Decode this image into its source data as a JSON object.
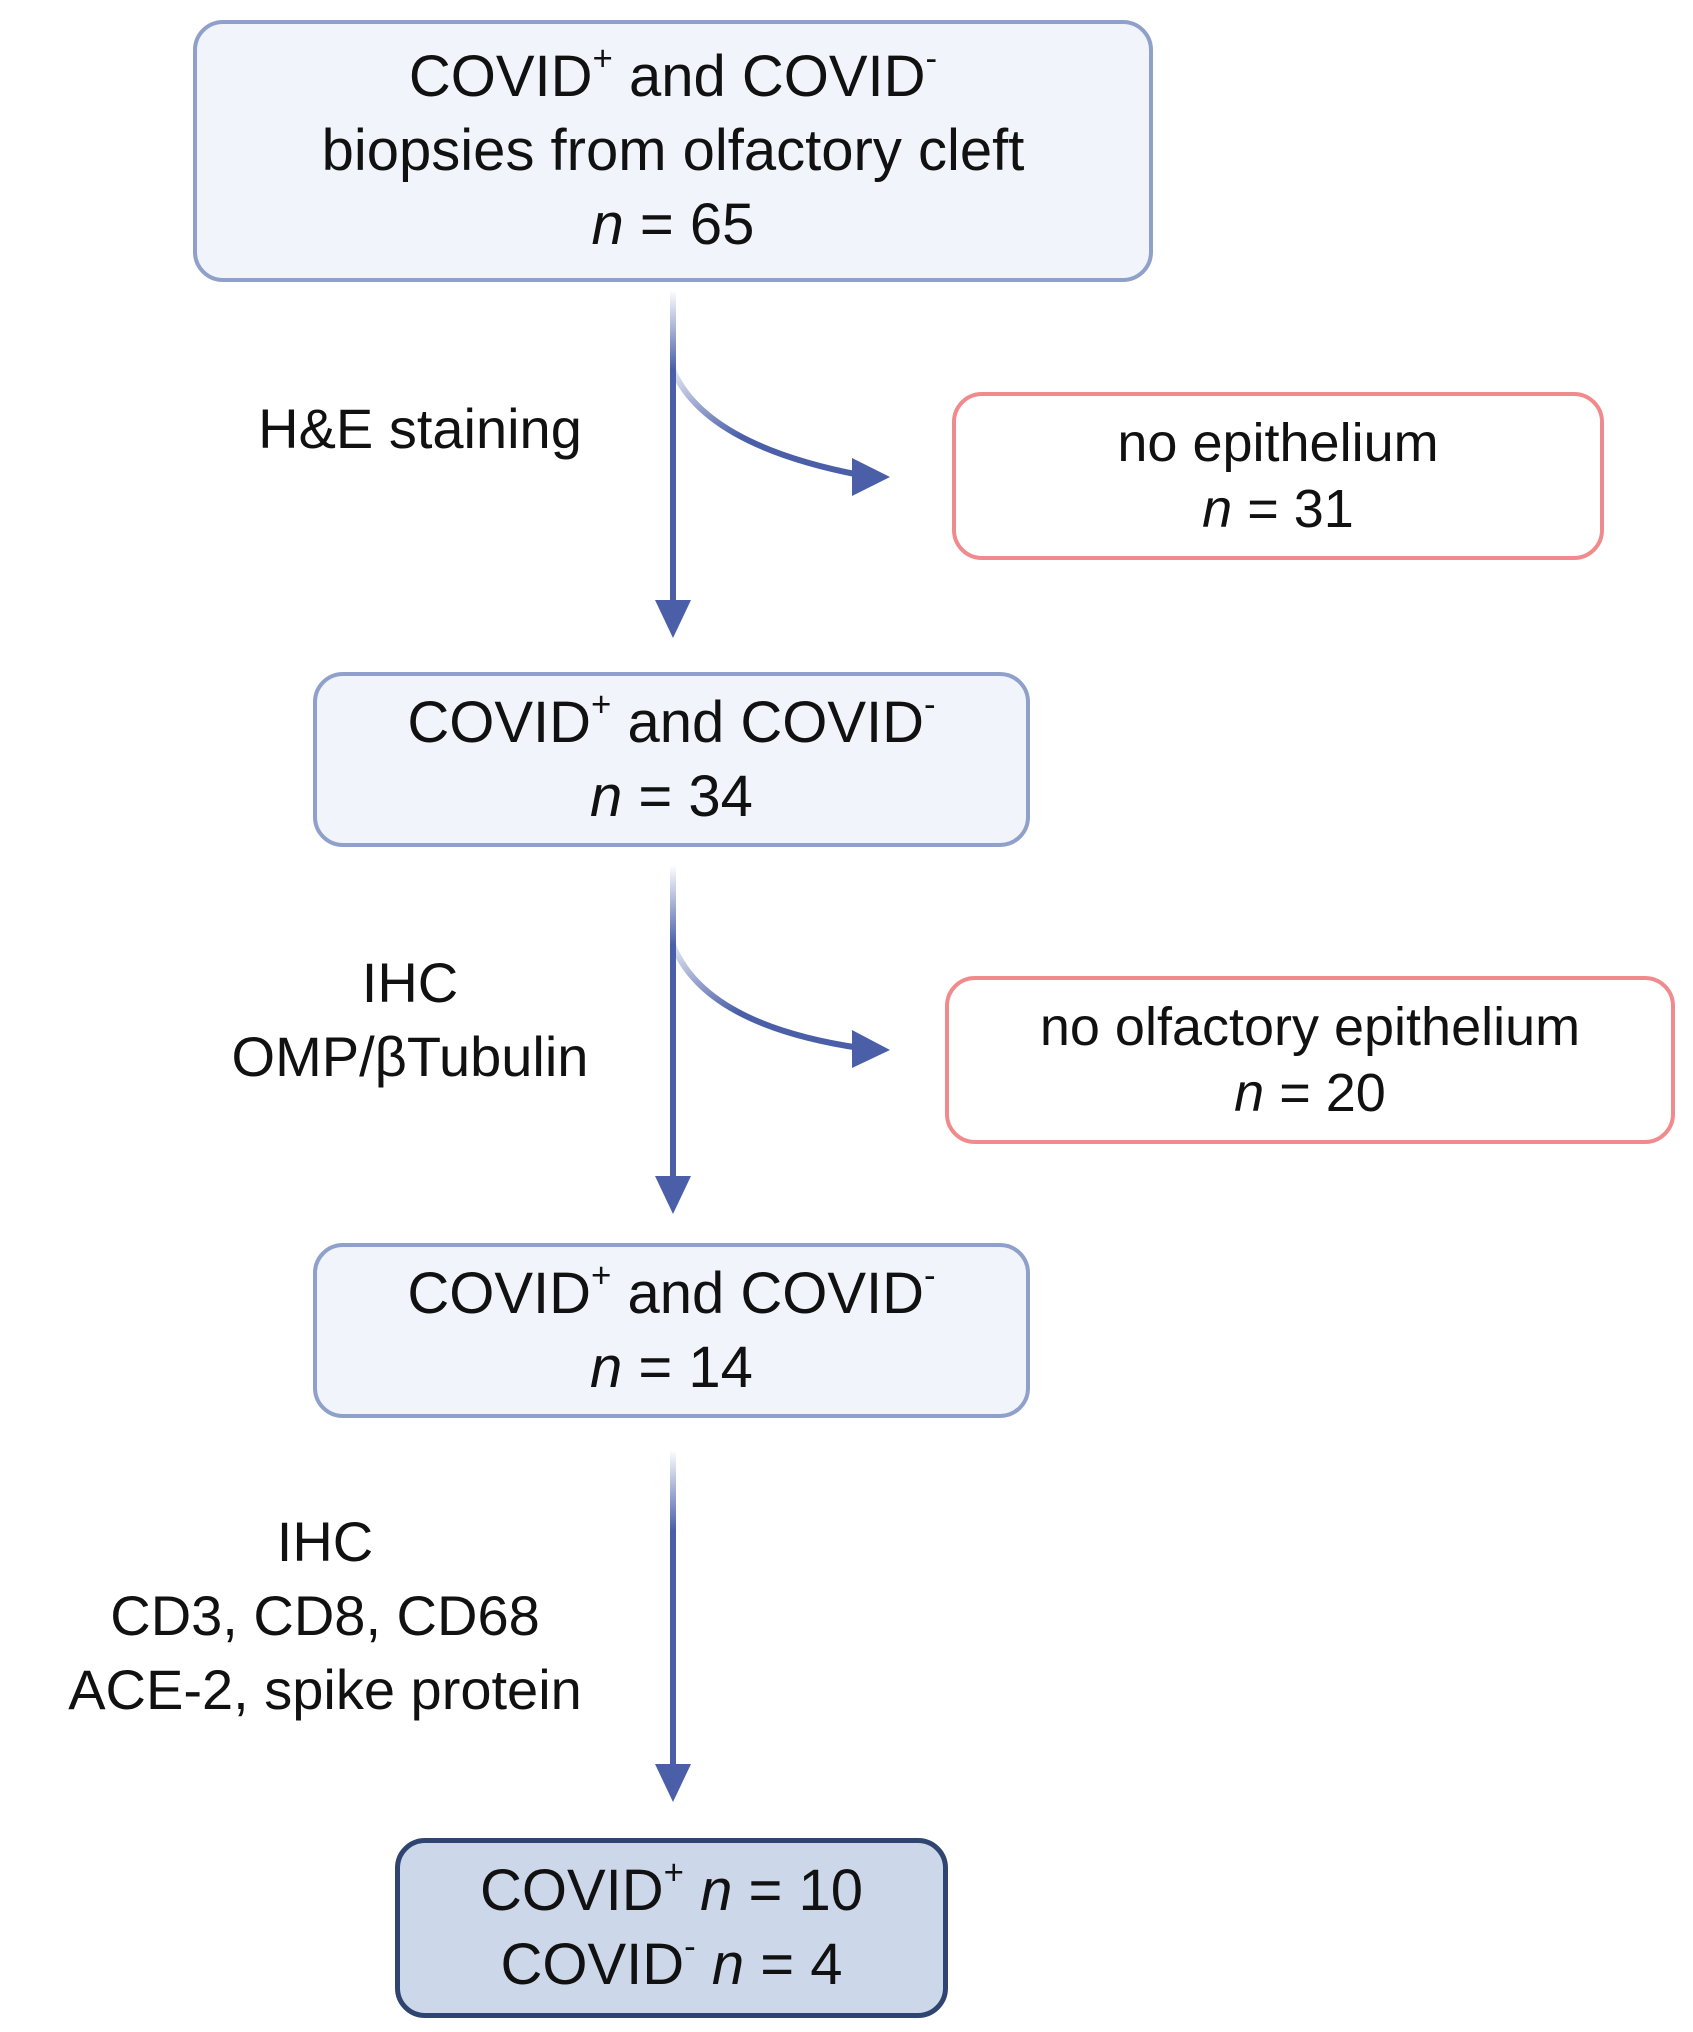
{
  "box1": {
    "covid_pos": "COVID",
    "plus": "+",
    "and": " and COVID",
    "minus": "-",
    "line2": "biopsies from olfactory cleft",
    "n": "n",
    "eq": " = 65"
  },
  "excl1": {
    "line1": "no epithelium",
    "n": "n",
    "eq": " = 31"
  },
  "step1": {
    "label": "H&E staining"
  },
  "box2": {
    "covid_pos": "COVID",
    "plus": "+",
    "and": " and COVID",
    "minus": "-",
    "n": "n",
    "eq": " = 34"
  },
  "step2": {
    "line1": "IHC",
    "line2": "OMP/βTubulin"
  },
  "excl2": {
    "line1": "no olfactory epithelium",
    "n": "n",
    "eq": " = 20"
  },
  "box3": {
    "covid_pos": "COVID",
    "plus": "+",
    "and": " and COVID",
    "minus": "-",
    "n": "n",
    "eq": " = 14"
  },
  "step3": {
    "line1": "IHC",
    "line2": "CD3, CD8, CD68",
    "line3": "ACE-2, spike protein"
  },
  "final": {
    "pos_label": "COVID",
    "plus": "+",
    "pos_n": "n",
    "pos_eq": " = 10",
    "neg_label": "COVID",
    "minus": "-",
    "neg_n": "n",
    "neg_eq": " = 4"
  },
  "colors": {
    "arrow": "#4a5fa8",
    "main_border": "#8fa1cb",
    "main_fill": "#f1f4fa",
    "excl_border": "#f08a8c",
    "final_border": "#2f4470",
    "final_fill": "#cdd7ea"
  }
}
